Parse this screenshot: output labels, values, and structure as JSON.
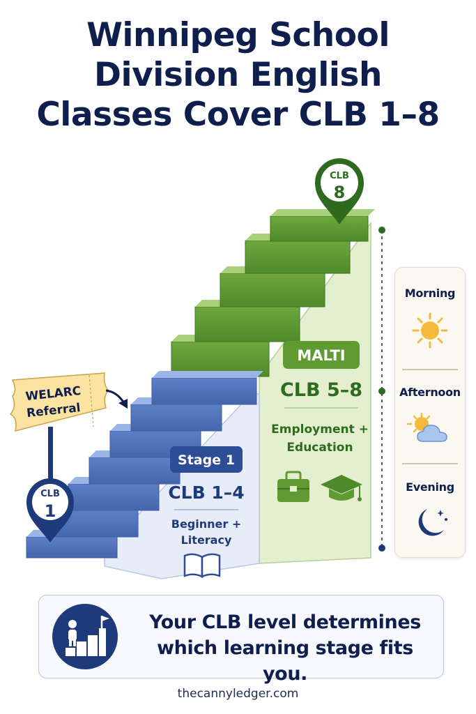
{
  "title": {
    "line1": "Winnipeg School",
    "line2": "Division English",
    "line3": "Classes Cover CLB 1–8"
  },
  "pins": {
    "top": {
      "label": "CLB",
      "number": "8"
    },
    "bottom": {
      "label": "CLB",
      "number": "1"
    }
  },
  "referral_sign": {
    "line1": "WELARC",
    "line2": "Referral"
  },
  "stage1": {
    "badge": "Stage 1",
    "range": "CLB 1–4",
    "desc_line1": "Beginner +",
    "desc_line2": "Literacy",
    "icon": "open-book-icon"
  },
  "malti": {
    "badge": "MALTI",
    "range": "CLB 5–8",
    "desc_line1": "Employment +",
    "desc_line2": "Education",
    "icons": [
      "briefcase-icon",
      "graduation-cap-icon"
    ]
  },
  "schedule": {
    "morning": {
      "label": "Morning",
      "icon": "sun-icon"
    },
    "afternoon": {
      "label": "Afternoon",
      "icon": "sun-cloud-icon"
    },
    "evening": {
      "label": "Evening",
      "icon": "moon-icon"
    }
  },
  "callout": {
    "line1": "Your CLB level determines",
    "line2": "which learning stage fits you.",
    "icon": "person-climbing-steps-icon"
  },
  "footer": "thecannyledger.com",
  "colors": {
    "navy": "#0f1f4d",
    "blue_stairs": "#5b7cc4",
    "green_stairs": "#6aa33b",
    "green_text": "#2f6b1e",
    "gold": "#f6b93b"
  }
}
